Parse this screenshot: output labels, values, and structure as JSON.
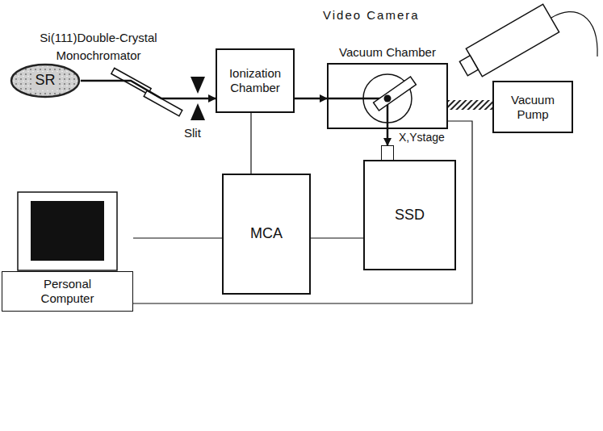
{
  "diagram": {
    "nodes": [
      {
        "text": [
          "SR"
        ]
      },
      {
        "text": [
          "Ionization Chamber"
        ]
      },
      {
        "text": [
          "Vacuum Chamber"
        ]
      },
      {
        "text": [
          "Vacuum Pump"
        ]
      },
      {
        "text": [
          "SSD"
        ]
      },
      {
        "text": [
          "MCA"
        ]
      },
      {
        "text": [
          "Personal Computer"
        ]
      }
    ],
    "edges": [
      {
        "from": 0,
        "to": 1,
        "arrow": "to"
      },
      {
        "from": 1,
        "to": 2,
        "arrow": "to"
      },
      {
        "from": 2,
        "to": 4,
        "arrow": "to"
      },
      {
        "from": 1,
        "to": 5,
        "arrow": "none"
      },
      {
        "from": 5,
        "to": 4,
        "arrow": "none"
      },
      {
        "from": 6,
        "to": 5,
        "arrow": "none"
      },
      {
        "from": 6,
        "to": 2,
        "arrow": "none"
      },
      {
        "from": 2,
        "to": 3,
        "arrow": "none"
      }
    ],
    "labels": [
      "Video Camera",
      "Si(111)Double-Crystal Monochromator",
      "Slit",
      "X,Ystage"
    ]
  }
}
